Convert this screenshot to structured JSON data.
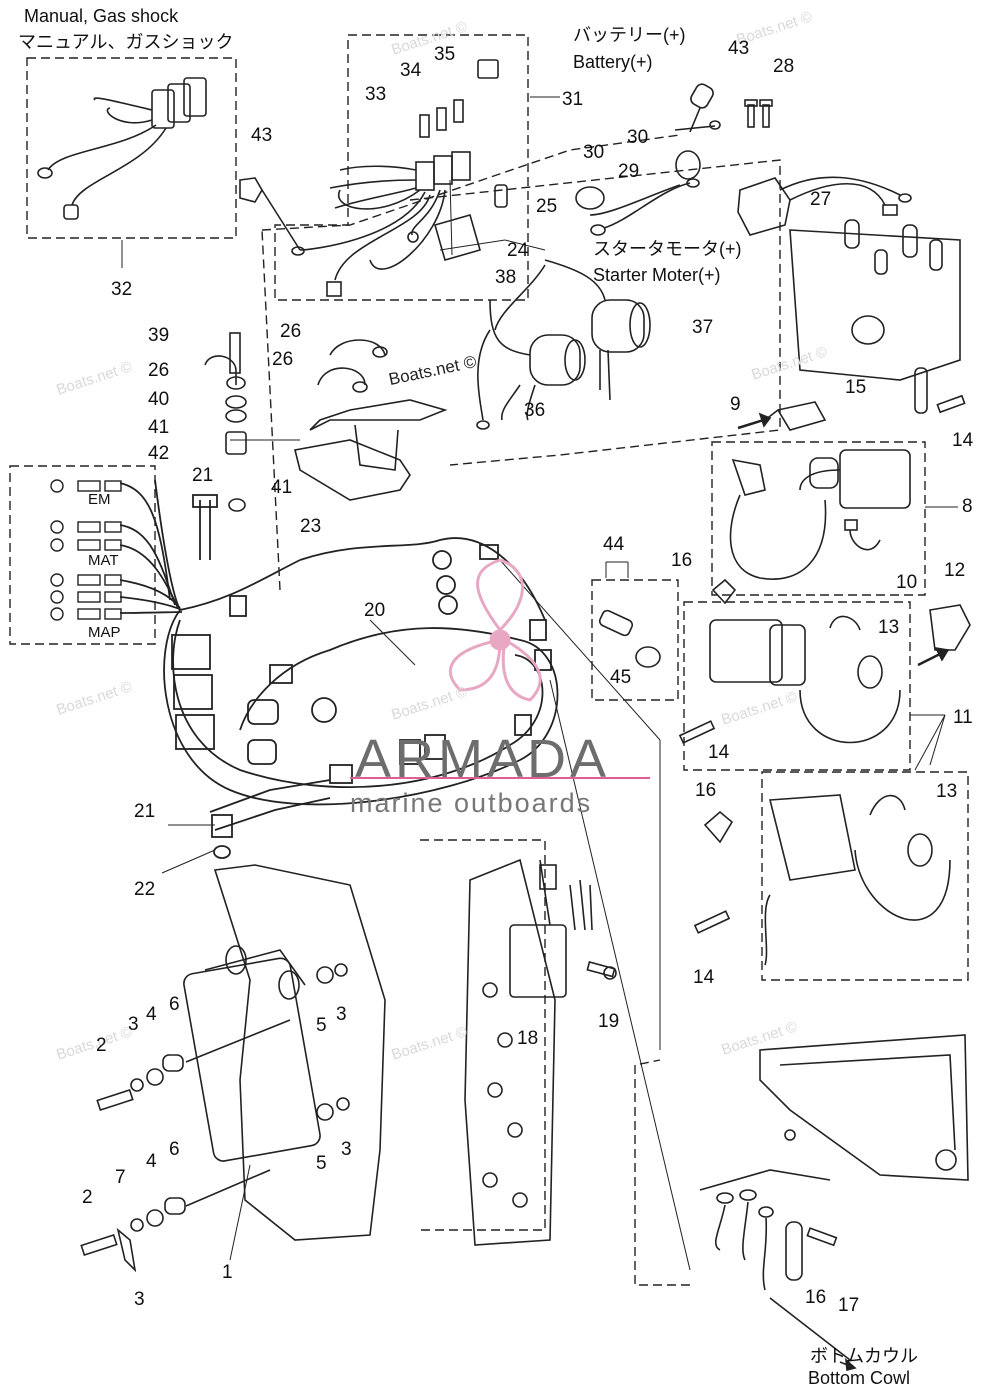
{
  "notes": {
    "manual_en": "Manual, Gas shock",
    "manual_jp": "マニュアル、ガスショック",
    "battery_jp": "バッテリー(+)",
    "battery_en": "Battery(+)",
    "starter_jp": "スタータモータ(+)",
    "starter_en": "Starter Moter(+)",
    "cowl_jp": "ボトムカウル",
    "cowl_en": "Bottom Cowl"
  },
  "connectors": [
    "EM",
    "MAT",
    "MAP"
  ],
  "watermark": "Boats.net ©",
  "watermark_center": "Boats.net ©",
  "logo": {
    "name": "ARMADA",
    "tagline": "marine outboards",
    "accent": "#e05c93"
  },
  "callouts": [
    {
      "n": "43"
    },
    {
      "n": "35"
    },
    {
      "n": "34"
    },
    {
      "n": "33"
    },
    {
      "n": "31"
    },
    {
      "n": "43"
    },
    {
      "n": "28"
    },
    {
      "n": "30"
    },
    {
      "n": "30"
    },
    {
      "n": "29"
    },
    {
      "n": "27"
    },
    {
      "n": "25"
    },
    {
      "n": "24"
    },
    {
      "n": "38"
    },
    {
      "n": "37"
    },
    {
      "n": "32"
    },
    {
      "n": "39"
    },
    {
      "n": "26"
    },
    {
      "n": "26"
    },
    {
      "n": "26"
    },
    {
      "n": "40"
    },
    {
      "n": "41"
    },
    {
      "n": "42"
    },
    {
      "n": "21"
    },
    {
      "n": "41"
    },
    {
      "n": "23"
    },
    {
      "n": "36"
    },
    {
      "n": "9"
    },
    {
      "n": "15"
    },
    {
      "n": "14"
    },
    {
      "n": "8"
    },
    {
      "n": "10"
    },
    {
      "n": "44"
    },
    {
      "n": "16"
    },
    {
      "n": "45"
    },
    {
      "n": "12"
    },
    {
      "n": "13"
    },
    {
      "n": "20"
    },
    {
      "n": "11"
    },
    {
      "n": "14"
    },
    {
      "n": "16"
    },
    {
      "n": "13"
    },
    {
      "n": "21"
    },
    {
      "n": "22"
    },
    {
      "n": "14"
    },
    {
      "n": "6"
    },
    {
      "n": "4"
    },
    {
      "n": "3"
    },
    {
      "n": "2"
    },
    {
      "n": "5"
    },
    {
      "n": "3"
    },
    {
      "n": "19"
    },
    {
      "n": "18"
    },
    {
      "n": "5"
    },
    {
      "n": "3"
    },
    {
      "n": "6"
    },
    {
      "n": "4"
    },
    {
      "n": "7"
    },
    {
      "n": "2"
    },
    {
      "n": "3"
    },
    {
      "n": "1"
    },
    {
      "n": "16"
    },
    {
      "n": "17"
    }
  ]
}
